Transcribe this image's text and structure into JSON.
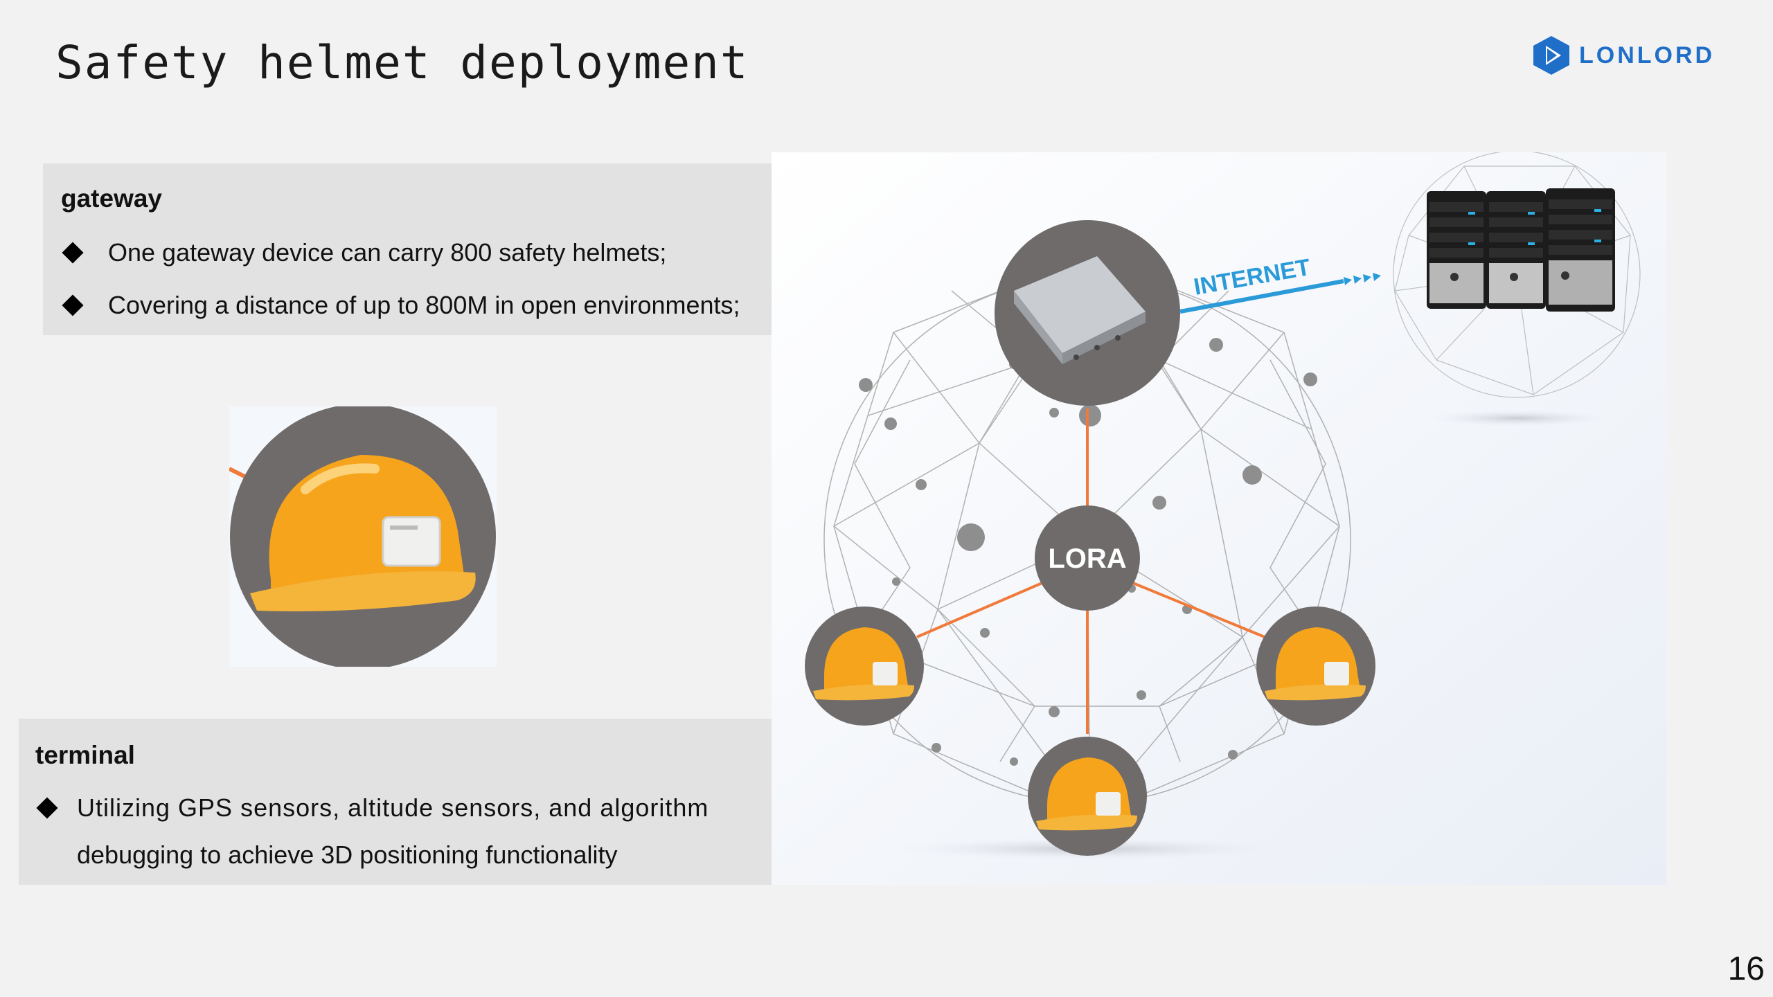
{
  "slide": {
    "title": "Safety helmet deployment",
    "page_number": "16"
  },
  "logo": {
    "text": "LONLORD",
    "color": "#1f6fc9"
  },
  "gateway": {
    "heading": "gateway",
    "bullets": [
      "One gateway device can carry 800 safety helmets;",
      "Covering a distance of up to 800M in open environments;"
    ]
  },
  "terminal": {
    "heading": "terminal",
    "bullet_line1": "Utilizing GPS sensors, altitude sensors, and algorithm",
    "bullet_line2": "debugging to achieve 3D positioning functionality"
  },
  "diagram": {
    "hub_label": "LORA",
    "internet_label": "INTERNET",
    "colors": {
      "link": "#f07a3a",
      "internet": "#2a9ad8",
      "node": "#6f6b6b",
      "helmet": "#f7a41d"
    }
  }
}
